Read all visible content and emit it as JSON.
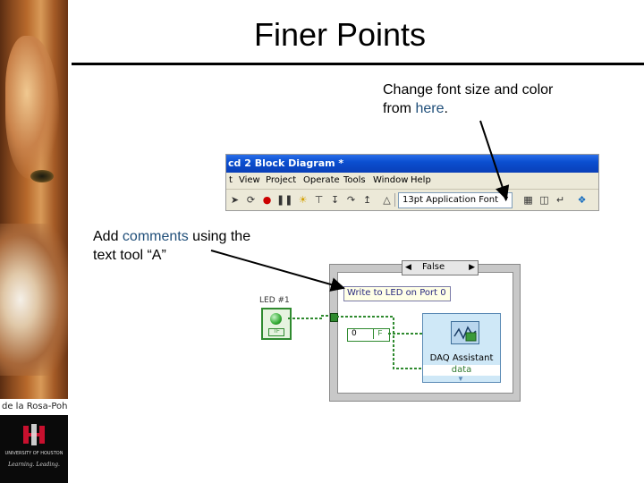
{
  "slide": {
    "title": "Finer Points",
    "author": "de la Rosa-Pohl",
    "logo_line1": "UNIVERSITY OF HOUSTON",
    "logo_line2": "Learning. Leading."
  },
  "callouts": {
    "font": {
      "text_before": "Change font size and color from ",
      "highlight": "here",
      "text_after": "."
    },
    "comments": {
      "text_before": "Add ",
      "highlight": "comments",
      "text_after": " using the text tool “A”"
    }
  },
  "labview_window": {
    "title": "cd 2 Block Diagram *",
    "menu": [
      "t",
      "View",
      "Project",
      "Operate",
      "Tools",
      "Window",
      "Help"
    ],
    "font_dropdown_value": "13pt Application Font"
  },
  "block_diagram": {
    "case_selector": "False",
    "comment": "Write to LED on Port 0",
    "led_label": "LED #1",
    "led_tf": "TF",
    "constant_value": "0",
    "constant_flag": "F",
    "daq_name": "DAQ Assistant",
    "daq_output": "data"
  },
  "colors": {
    "highlight": "#1f4e79",
    "wire_green": "#2f8a2f",
    "daq_blue": "#cfe8f7"
  }
}
